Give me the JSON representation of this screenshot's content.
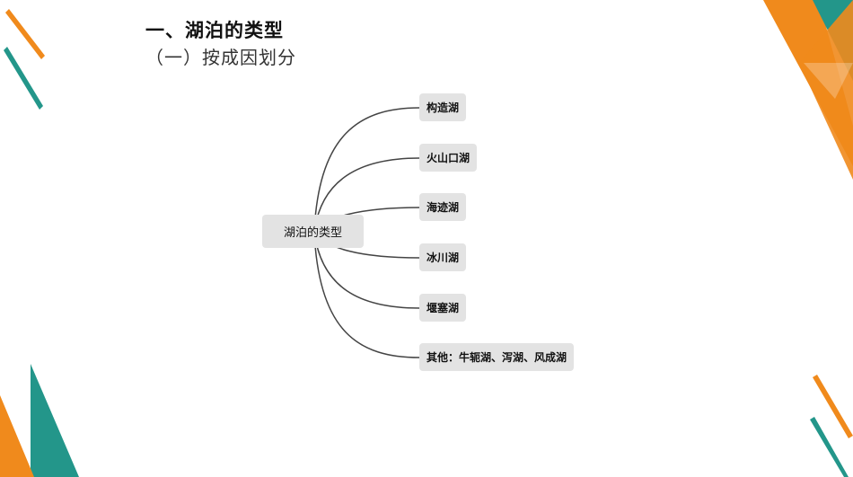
{
  "slide": {
    "title": "一、湖泊的类型",
    "subtitle": "（一）按成因划分"
  },
  "mindmap": {
    "root": "湖泊的类型",
    "branches": [
      "构造湖",
      "火山口湖",
      "海迹湖",
      "冰川湖",
      "堰塞湖",
      "其他：牛轭湖、泻湖、风成湖"
    ]
  },
  "colors": {
    "orange": "#f08a1c",
    "teal": "#23968a",
    "node_bg": "#e3e3e3",
    "line": "#444444"
  }
}
